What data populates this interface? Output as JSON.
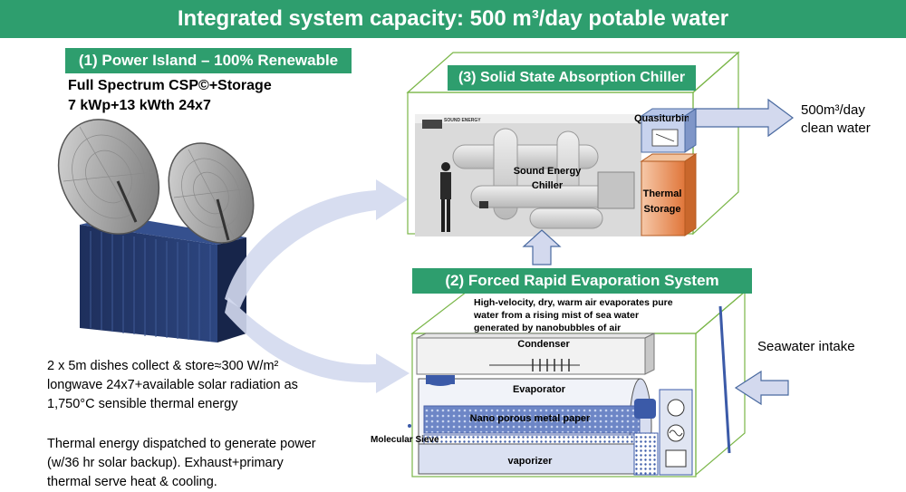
{
  "title": "Integrated system capacity: 500 m³/day potable water",
  "power_island": {
    "tag": "(1) Power Island – 100% Renewable",
    "line1": "Full Spectrum CSP©+Storage",
    "line2": "7 kWp+13 kWth 24x7",
    "desc1": "2 x 5m dishes collect & store≈300 W/m²",
    "desc2": "longwave 24x7+available solar radiation as",
    "desc3": "1,750°C sensible thermal energy",
    "desc4": "Thermal energy dispatched to generate power",
    "desc5": "(w/36 hr solar backup). Exhaust+primary",
    "desc6": "thermal serve heat & cooling."
  },
  "chiller": {
    "tag": "(3) Solid State Absorption Chiller",
    "photo_label_1": "Sound Energy",
    "photo_label_2": "Chiller",
    "logo_text": "SOUND ENERGY",
    "quasiturbine": "Quasiturbin",
    "thermal_1": "Thermal",
    "thermal_2": "Storage",
    "output_1": "500m³/day",
    "output_2": "clean water"
  },
  "evaporation": {
    "tag": "(2) Forced Rapid Evaporation System",
    "desc1": "High-velocity, dry, warm air evaporates pure",
    "desc2": "water from a rising mist of sea water",
    "desc3": "generated by nanobubbles of air",
    "condenser": "Condenser",
    "evaporator": "Evaporator",
    "nano": "Nano porous metal paper",
    "sieve": "Molecular Sieve",
    "vaporizer": "vaporizer",
    "intake": "Seawater intake"
  },
  "colors": {
    "brand_green": "#2e9e6e",
    "arrow_fill": "#d3d9ee",
    "arrow_stroke": "#4a6aa0"
  }
}
